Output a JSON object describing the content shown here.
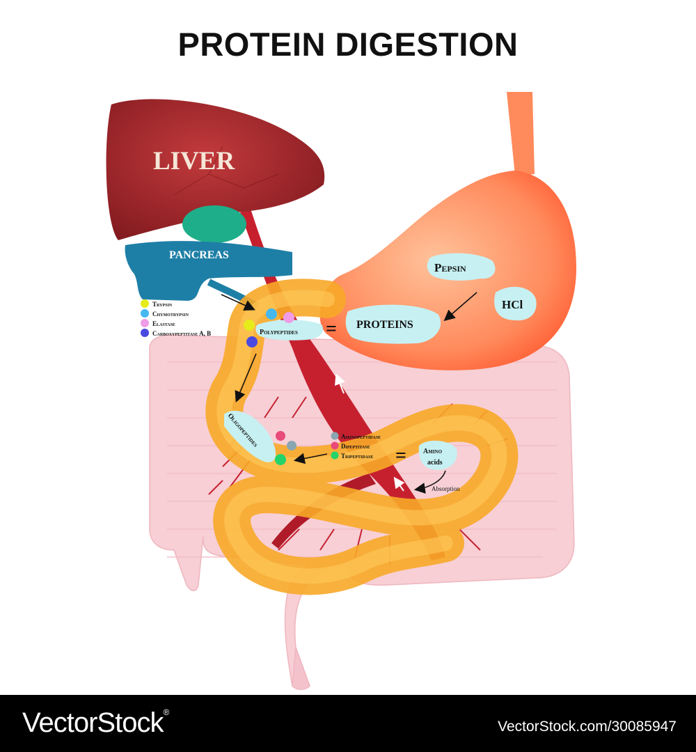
{
  "title": "PROTEIN DIGESTION",
  "organs": {
    "liver": "LIVER",
    "pancreas": "PANCREAS"
  },
  "stomach_labels": {
    "pepsin": "Pepsin",
    "hcl": "HCl",
    "proteins": "PROTEINS"
  },
  "pancreatic_enzymes": [
    {
      "name": "Trypsin",
      "color": "#e6ec1a"
    },
    {
      "name": "Chymotrypsin",
      "color": "#45b8f0"
    },
    {
      "name": "Elastase",
      "color": "#f09be6"
    },
    {
      "name": "Carboxypeptitase A, B",
      "color": "#4a49e0"
    }
  ],
  "intestine_labels": {
    "polypeptides": "Polypeptides",
    "oligopeptides": "Oligopeptides",
    "amino_acids_line1": "Amino",
    "amino_acids_line2": "acids",
    "absorption": "Absorption",
    "equals": "="
  },
  "brush_border_enzymes": [
    {
      "name": "Aminopeptidase",
      "color": "#8aa6b0"
    },
    {
      "name": "Dipeptitase",
      "color": "#e84a7a"
    },
    {
      "name": "Tripeptidase",
      "color": "#22d46a"
    }
  ],
  "colors": {
    "liver": "#a3252a",
    "pancreas": "#1e7fa6",
    "gallbladder": "#1fae8a",
    "stomach": "#ff8a5c",
    "small_intestine": "#f7a928",
    "large_intestine": "#f7cfd5",
    "blood_vessel": "#c6202f",
    "label_bubble": "#c7f0f2"
  },
  "watermark": {
    "logo": "VectorStock",
    "url": "VectorStock.com/30085947"
  }
}
